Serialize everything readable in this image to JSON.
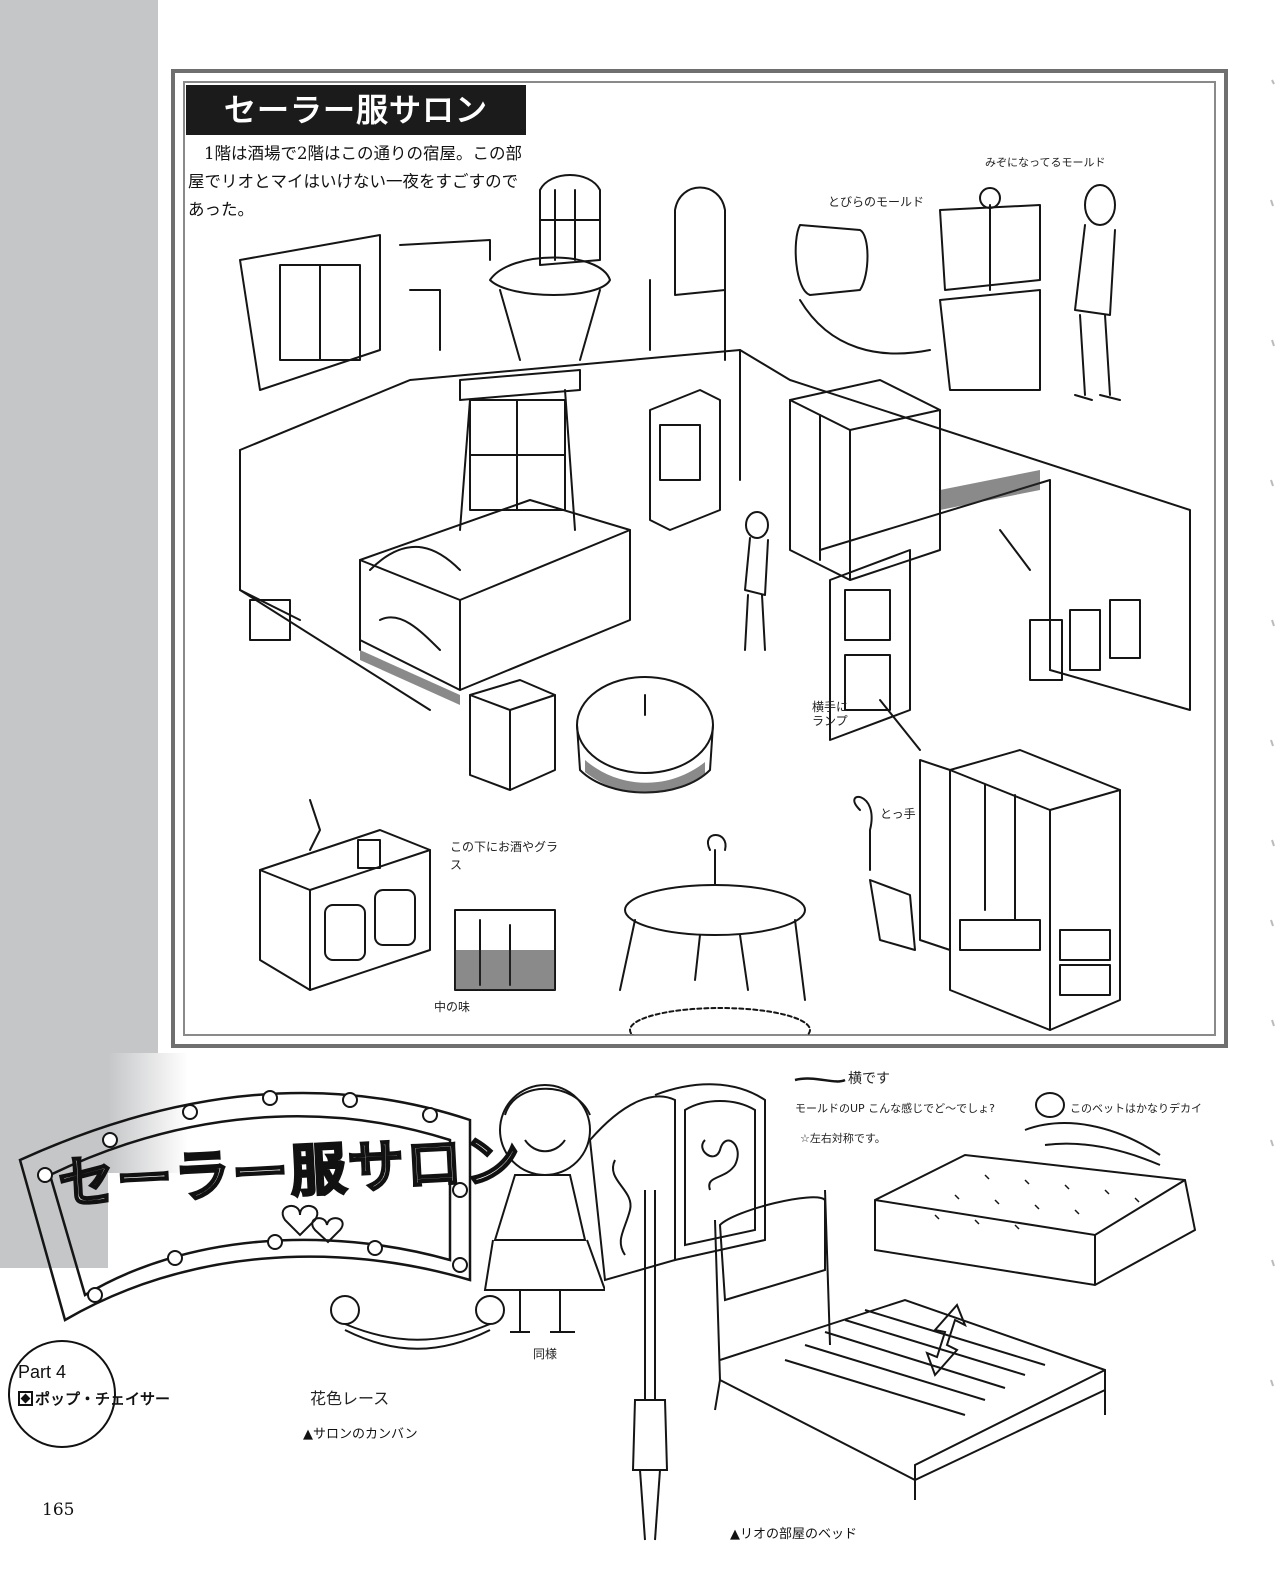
{
  "header": {
    "title": "セーラー服サロン",
    "intro": "1階は酒場で2階はこの通りの宿屋。この部屋でリオとマイはいけない一夜をすごすのであった。"
  },
  "room_notes": {
    "door_mold": "とびらのモールド",
    "mirror_mold": "みぞになってるモールド",
    "wall_lamp": "横手にランプ",
    "handle": "とっ手",
    "under_cabinet": "この下にお酒やグラス",
    "contents": "中の味"
  },
  "sign_section": {
    "sign_text": "セーラー服サロン",
    "flower_lace": "花色レース",
    "sign_tag": "同様",
    "caption": "▲サロンのカンバン"
  },
  "bed_section": {
    "frame_note": "横です",
    "mold_note": "モールドのUP こんな感じでど〜でしょ?",
    "symmetry_note": "☆左右対称です。",
    "size_note": "このベットはかなりデカイ",
    "caption": "▲リオの部屋のベッド"
  },
  "part": {
    "label": "Part 4",
    "subtitle": "ポップ・チェイサー"
  },
  "page_number": "165",
  "colors": {
    "sidebar": "#c5c6c8",
    "ink": "#111111",
    "title_bg": "#1b1b1b",
    "frame": "#6f6f6f"
  }
}
